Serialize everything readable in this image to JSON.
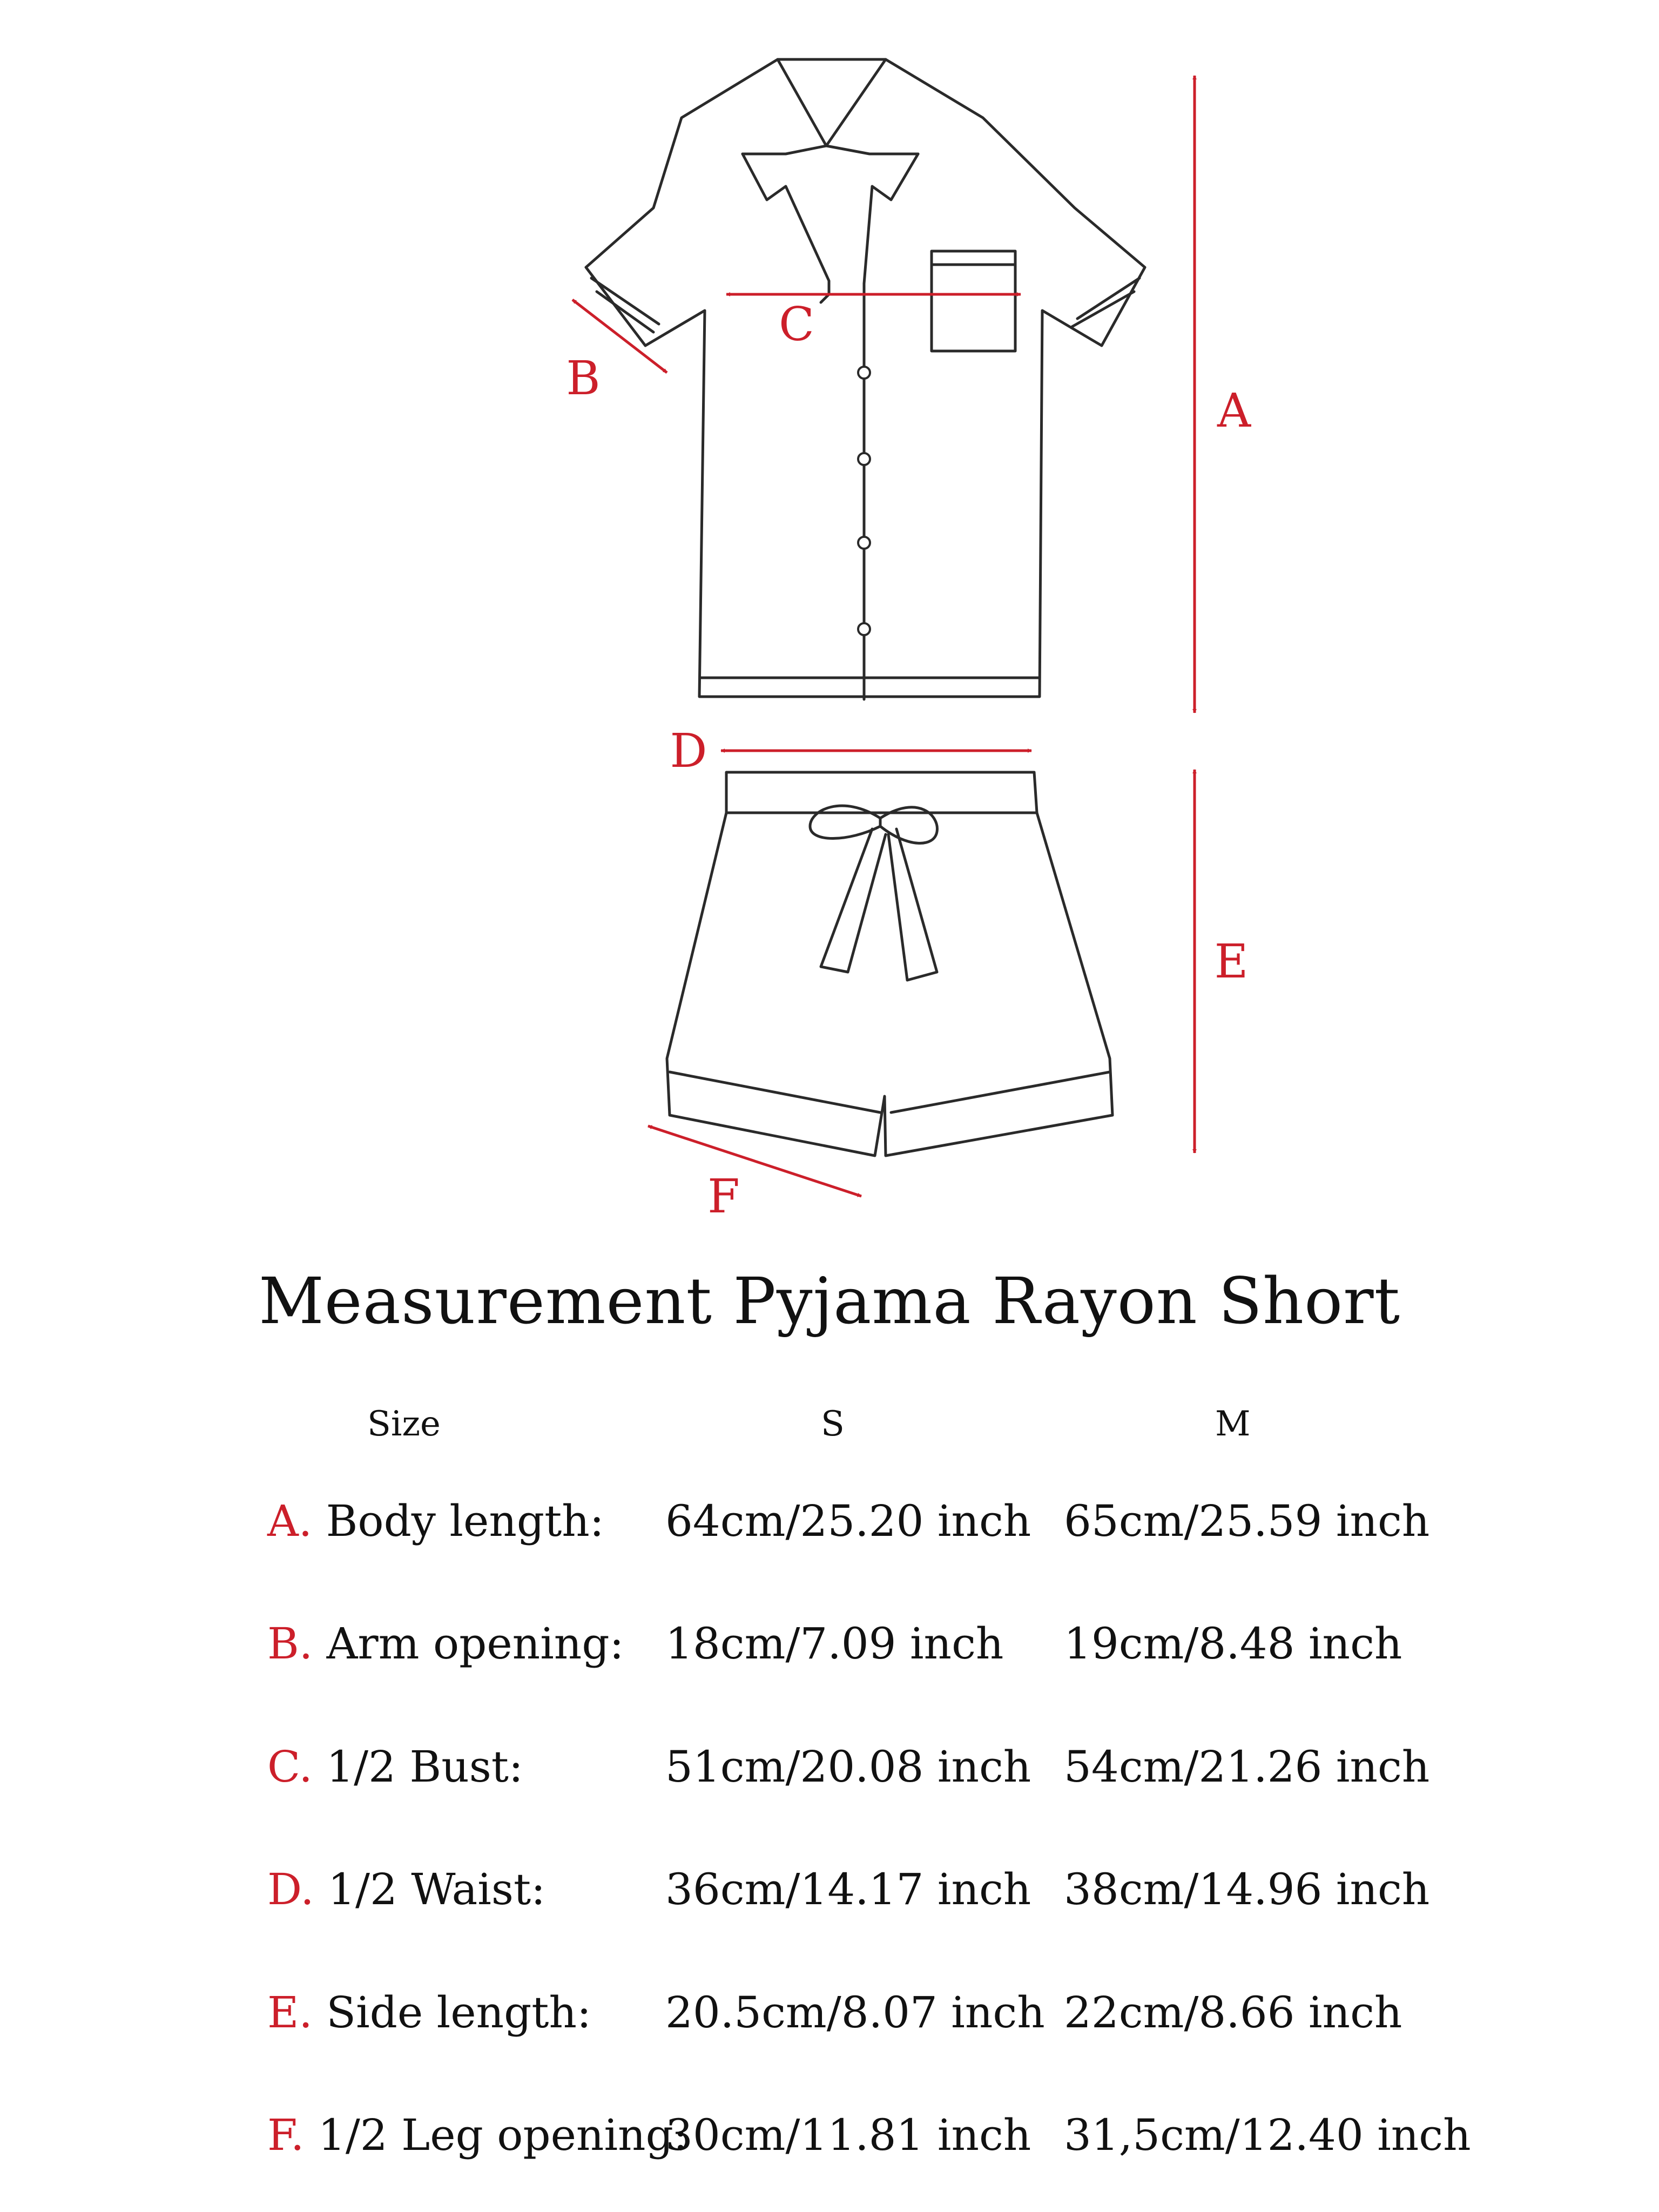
{
  "colors": {
    "accent": "#cc1f2a",
    "line": "#2a2a2a"
  },
  "diagram": {
    "labels": {
      "a": "A",
      "b": "B",
      "c": "C",
      "d": "D",
      "e": "E",
      "f": "F"
    }
  },
  "title": "Measurement Pyjama Rayon Short",
  "table": {
    "headers": {
      "size": "Size",
      "s": "S",
      "m": "M"
    },
    "rows": [
      {
        "letter": "A.",
        "label": "Body length:",
        "s": "64cm/25.20 inch",
        "m": "65cm/25.59 inch"
      },
      {
        "letter": "B.",
        "label": "Arm opening:",
        "s": "18cm/7.09 inch",
        "m": "19cm/8.48 inch"
      },
      {
        "letter": "C.",
        "label": "1/2 Bust:",
        "s": "51cm/20.08 inch",
        "m": "54cm/21.26 inch"
      },
      {
        "letter": "D.",
        "label": "1/2 Waist:",
        "s": "36cm/14.17 inch",
        "m": "38cm/14.96 inch"
      },
      {
        "letter": "E.",
        "label": "Side length:",
        "s": "20.5cm/8.07 inch",
        "m": "22cm/8.66 inch"
      },
      {
        "letter": "F.",
        "label": "1/2 Leg opening:",
        "s": "30cm/11.81 inch",
        "m": "31,5cm/12.40 inch"
      }
    ]
  }
}
